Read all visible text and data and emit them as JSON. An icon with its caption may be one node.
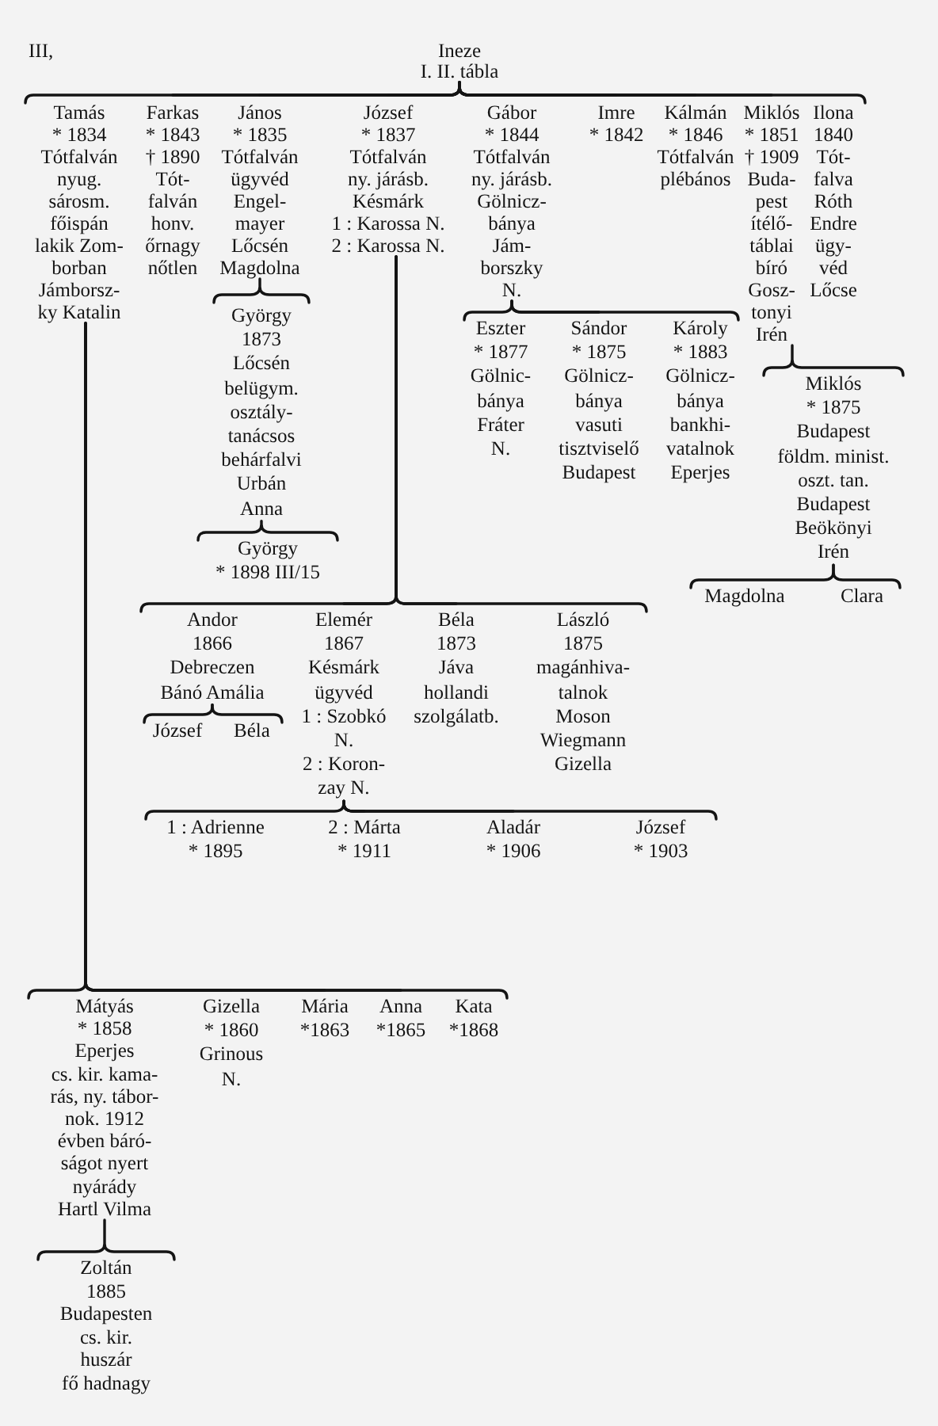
{
  "diagram": {
    "nodes": [
      {
        "text": [
          "Ineze",
          "I. II. tábla"
        ]
      },
      {
        "text": [
          "Tamás",
          "* 1834",
          "Tótfalván",
          "nyug. sárosm. főispán",
          "lakik Zom- borban",
          "Jámborsz- ky Katalin"
        ]
      },
      {
        "text": [
          "Farkas",
          "* 1843",
          "† 1890",
          "Tót- falván",
          "honv. őrnagy",
          "nőtlen"
        ]
      },
      {
        "text": [
          "János",
          "* 1835",
          "Tótfalván",
          "ügyvéd",
          "Engel- mayer",
          "Lőcsén",
          "Magdolna"
        ]
      },
      {
        "text": [
          "József",
          "* 1837",
          "Tótfalván",
          "ny. járásb.",
          "Késmárk",
          "1 : Karossa N.",
          "2 : Karossa N."
        ]
      },
      {
        "text": [
          "Gábor",
          "* 1844",
          "Tótfalván",
          "ny. járásb.",
          "Gölnicz- bánya",
          "Jám- borszky N."
        ]
      },
      {
        "text": [
          "Imre",
          "* 1842"
        ]
      },
      {
        "text": [
          "Kálmán",
          "* 1846",
          "Tótfalván",
          "plébános"
        ]
      },
      {
        "text": [
          "Miklós",
          "* 1851",
          "† 1909",
          "Buda- pest",
          "ítélő- táblai bíró",
          "Gosz- tonyi Irén"
        ]
      },
      {
        "text": [
          "Ilona",
          "1840",
          "Tót- falva",
          "Róth Endre",
          "ügy- véd",
          "Lőcse"
        ]
      },
      {
        "text": [
          "György",
          "1873",
          "Lőcsén",
          "belügym. osztály- tanácsos",
          "behárfalvi Urbán Anna"
        ]
      },
      {
        "text": [
          "György",
          "* 1898 III/15"
        ]
      },
      {
        "text": [
          "Eszter",
          "* 1877",
          "Gölnic- bánya",
          "Fráter N."
        ]
      },
      {
        "text": [
          "Sándor",
          "* 1875",
          "Gölnicz- bánya",
          "vasuti tisztviselő",
          "Budapest"
        ]
      },
      {
        "text": [
          "Károly",
          "* 1883",
          "Gölnicz- bánya",
          "bankhi- vatalnok",
          "Eperjes"
        ]
      },
      {
        "text": [
          "Miklós",
          "* 1875",
          "Budapest",
          "földm. minist. oszt. tan.",
          "Budapest",
          "Beökönyi Irén"
        ]
      },
      {
        "text": [
          "Magdolna"
        ]
      },
      {
        "text": [
          "Clara"
        ]
      },
      {
        "text": [
          "Andor",
          "1866",
          "Debreczen",
          "Bánó Amália"
        ]
      },
      {
        "text": [
          "Elemér",
          "1867",
          "Késmárk",
          "ügyvéd",
          "1 : Szobkó N.",
          "2 : Koron- zay N."
        ]
      },
      {
        "text": [
          "Béla",
          "1873",
          "Jáva",
          "hollandi szolgálatb."
        ]
      },
      {
        "text": [
          "László",
          "1875",
          "magánhiva- talnok",
          "Moson",
          "Wiegmann Gizella"
        ]
      },
      {
        "text": [
          "József"
        ]
      },
      {
        "text": [
          "Béla"
        ]
      },
      {
        "text": [
          "1 : Adrienne",
          "* 1895"
        ]
      },
      {
        "text": [
          "2 : Márta",
          "* 1911"
        ]
      },
      {
        "text": [
          "Aladár",
          "* 1906"
        ]
      },
      {
        "text": [
          "József",
          "* 1903"
        ]
      },
      {
        "text": [
          "Mátyás",
          "* 1858",
          "Eperjes",
          "cs. kir. kama- rás, ny. tábor- nok. 1912 évben báró- ságot nyert",
          "nyárády Hartl Vilma"
        ]
      },
      {
        "text": [
          "Gizella",
          "* 1860",
          "Grinous N."
        ]
      },
      {
        "text": [
          "Mária",
          "*1863"
        ]
      },
      {
        "text": [
          "Anna",
          "*1865"
        ]
      },
      {
        "text": [
          "Kata",
          "*1868"
        ]
      },
      {
        "text": [
          "Zoltán",
          "1885",
          "Budapesten",
          "cs. kir. huszár fő hadnagy"
        ]
      }
    ],
    "edges": [
      {
        "from": 0,
        "to": 1,
        "arrow": "none"
      },
      {
        "from": 0,
        "to": 2,
        "arrow": "none"
      },
      {
        "from": 0,
        "to": 3,
        "arrow": "none"
      },
      {
        "from": 0,
        "to": 4,
        "arrow": "none"
      },
      {
        "from": 0,
        "to": 5,
        "arrow": "none"
      },
      {
        "from": 0,
        "to": 6,
        "arrow": "none"
      },
      {
        "from": 0,
        "to": 7,
        "arrow": "none"
      },
      {
        "from": 0,
        "to": 8,
        "arrow": "none"
      },
      {
        "from": 0,
        "to": 9,
        "arrow": "none"
      },
      {
        "from": 3,
        "to": 10,
        "arrow": "none"
      },
      {
        "from": 10,
        "to": 11,
        "arrow": "none"
      },
      {
        "from": 5,
        "to": 12,
        "arrow": "none"
      },
      {
        "from": 5,
        "to": 13,
        "arrow": "none"
      },
      {
        "from": 5,
        "to": 14,
        "arrow": "none"
      },
      {
        "from": 8,
        "to": 15,
        "arrow": "none"
      },
      {
        "from": 15,
        "to": 16,
        "arrow": "none"
      },
      {
        "from": 15,
        "to": 17,
        "arrow": "none"
      },
      {
        "from": 4,
        "to": 18,
        "arrow": "none"
      },
      {
        "from": 4,
        "to": 19,
        "arrow": "none"
      },
      {
        "from": 4,
        "to": 20,
        "arrow": "none"
      },
      {
        "from": 4,
        "to": 21,
        "arrow": "none"
      },
      {
        "from": 18,
        "to": 22,
        "arrow": "none"
      },
      {
        "from": 18,
        "to": 23,
        "arrow": "none"
      },
      {
        "from": 19,
        "to": 24,
        "arrow": "none"
      },
      {
        "from": 19,
        "to": 25,
        "arrow": "none"
      },
      {
        "from": 19,
        "to": 26,
        "arrow": "none"
      },
      {
        "from": 19,
        "to": 27,
        "arrow": "none"
      },
      {
        "from": 1,
        "to": 28,
        "arrow": "none"
      },
      {
        "from": 1,
        "to": 29,
        "arrow": "none"
      },
      {
        "from": 1,
        "to": 30,
        "arrow": "none"
      },
      {
        "from": 1,
        "to": 31,
        "arrow": "none"
      },
      {
        "from": 1,
        "to": 32,
        "arrow": "none"
      },
      {
        "from": 28,
        "to": 33,
        "arrow": "none"
      }
    ],
    "labels": [
      "III,"
    ]
  }
}
